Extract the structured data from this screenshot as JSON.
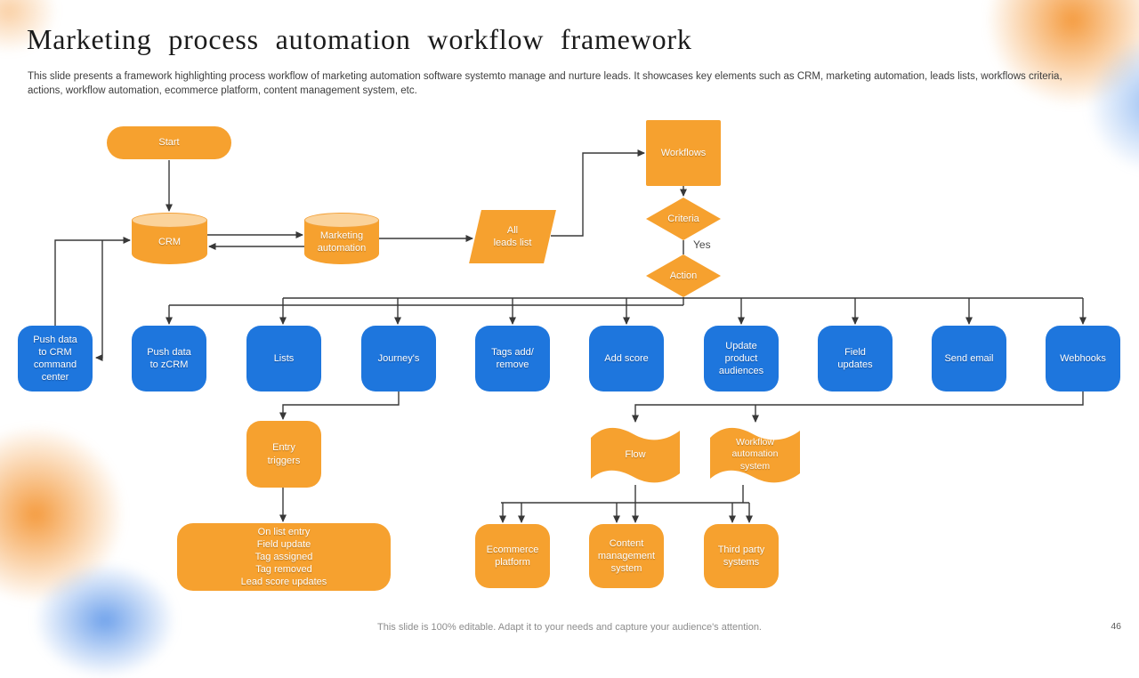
{
  "slide": {
    "title": "Marketing process automation workflow framework",
    "description": "This slide presents a framework  highlighting process workflow of marketing automation software systemto manage and nurture leads. It showcases key elements such as CRM, marketing automation, leads lists, workflows criteria,\nactions, workflow automation, ecommerce platform, content management system, etc.",
    "footer_note": "This slide is 100% editable. Adapt it to your needs and capture your audience's attention.",
    "page_number": "46"
  },
  "colors": {
    "shape_orange": "#F6A12F",
    "cylinder_top": "#FBD39B",
    "shape_blue": "#1E76DD",
    "connector": "#383838",
    "title_text": "#1B1B1B",
    "footer_text": "#8C8C8C"
  },
  "flow": {
    "start": "Start",
    "crm": "CRM",
    "marketing_automation": "Marketing\nautomation",
    "all_leads_list": "All\nleads list",
    "workflows": "Workflows",
    "criteria": "Criteria",
    "criteria_yes": "Yes",
    "action": "Action"
  },
  "action_boxes": [
    {
      "label": "Push data\nto CRM\ncommand\ncenter"
    },
    {
      "label": "Push data\nto zCRM"
    },
    {
      "label": "Lists"
    },
    {
      "label": "Journey's"
    },
    {
      "label": "Tags add/\nremove"
    },
    {
      "label": "Add score"
    },
    {
      "label": "Update\nproduct\naudiences"
    },
    {
      "label": "Field\nupdates"
    },
    {
      "label": "Send email"
    },
    {
      "label": "Webhooks"
    }
  ],
  "journey_branch": {
    "entry_triggers": "Entry\ntriggers",
    "trigger_events": "On list entry\nField update\nTag assigned\nTag removed\nLead score updates"
  },
  "webhook_branch": {
    "flow": "Flow",
    "workflow_automation_system": "Workflow\nautomation\nsystem",
    "ecommerce_platform": "Ecommerce\nplatform",
    "content_management_system": "Content\nmanagement\nsystem",
    "third_party_systems": "Third party\nsystems"
  }
}
